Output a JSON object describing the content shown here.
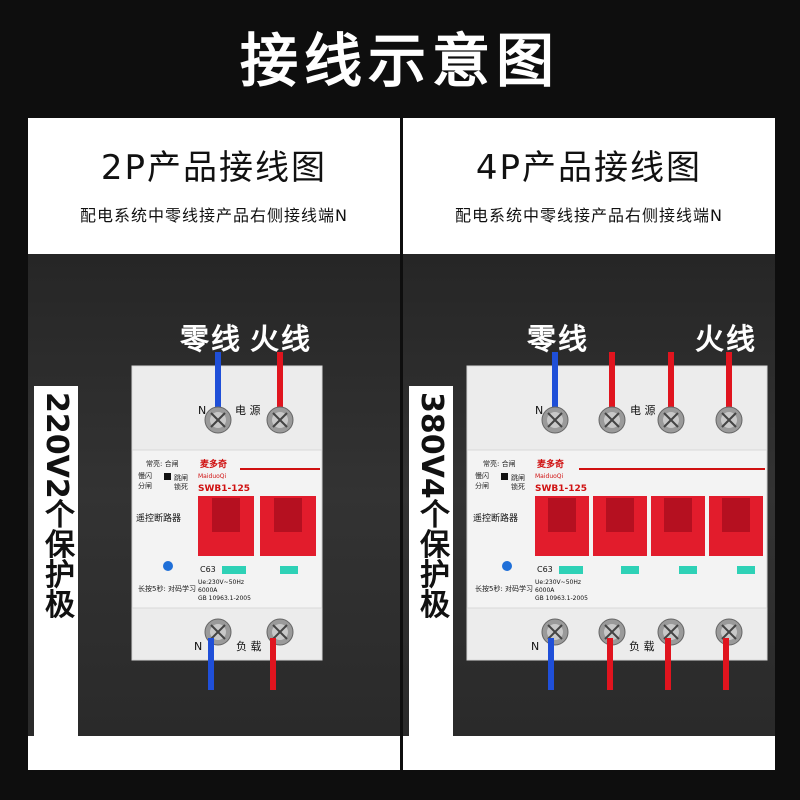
{
  "title": "接线示意图",
  "panels": [
    {
      "title": "2P产品接线图",
      "subtitle": "配电系统中零线接产品右侧接线端N",
      "neutral_label": "零线",
      "live_label": "火线",
      "side_label": "220V2个保护极",
      "device": {
        "terminal_n": "N",
        "power_label": "电 源",
        "load_label": "负 载",
        "status_line1": "常亮: 合闸",
        "status_line2": "慢闪",
        "status_line3": "分闸",
        "status_line4": "跳闸",
        "status_line5": "锁死",
        "brand": "麦多奇",
        "brand_latin": "MaiduoQi",
        "model": "SWB1-125",
        "device_name": "遥控断路器",
        "learn_hint": "长按5秒: 对码学习",
        "rating": "C63",
        "spec1": "Ue:230V~50Hz",
        "spec2": "6000A",
        "spec3": "GB 10963.1-2005"
      },
      "colors": {
        "neutral": "#1f4fd8",
        "live": "#e0141e"
      }
    },
    {
      "title": "4P产品接线图",
      "subtitle": "配电系统中零线接产品右侧接线端N",
      "neutral_label": "零线",
      "live_label": "火线",
      "side_label": "380V4个保护极",
      "device": {
        "terminal_n": "N",
        "power_label": "电 源",
        "load_label": "负 载",
        "status_line1": "常亮: 合闸",
        "status_line2": "慢闪",
        "status_line3": "分闸",
        "status_line4": "跳闸",
        "status_line5": "锁死",
        "brand": "麦多奇",
        "brand_latin": "MaiduoQi",
        "model": "SWB1-125",
        "device_name": "遥控断路器",
        "learn_hint": "长按5秒: 对码学习",
        "rating": "C63",
        "spec1": "Ue:230V~50Hz",
        "spec2": "6000A",
        "spec3": "GB 10963.1-2005"
      },
      "colors": {
        "neutral": "#1f4fd8",
        "live": "#e0141e"
      }
    }
  ]
}
